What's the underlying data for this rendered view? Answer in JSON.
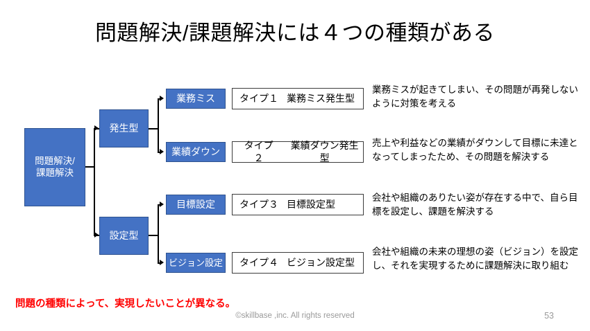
{
  "slide": {
    "title": "問題解決/課題解決には４つの種類がある",
    "kicker": "問題の種類によって、実現したいことが異なる。",
    "copyright": "©skillbase ,inc. All rights reserved",
    "page_number": "53",
    "accent_blue": "#4472C4",
    "accent_blue_border": "#2E528F",
    "kicker_color": "#FF0000",
    "footer_gray": "#9A9A9A"
  },
  "diagram": {
    "root": {
      "line1": "問題解決/",
      "line2": "課題解決"
    },
    "branches": [
      {
        "label": "発生型"
      },
      {
        "label": "設定型"
      }
    ],
    "rows": [
      {
        "leaf": "業務ミス",
        "type_number": "タイプ１",
        "type_name": "業務ミス発生型",
        "description": "業務ミスが起きてしまい、その問題が再発しないように対策を考える"
      },
      {
        "leaf": "業績ダウン",
        "type_number": "タイプ２",
        "type_name": "業績ダウン発生型",
        "description": "売上や利益などの業績がダウンして目標に未達となってしまったため、その問題を解決する"
      },
      {
        "leaf": "目標設定",
        "type_number": "タイプ３",
        "type_name": "目標設定型",
        "description": "会社や組織のありたい姿が存在する中で、自ら目標を設定し、課題を解決する"
      },
      {
        "leaf": "ビジョン設定",
        "type_number": "タイプ４",
        "type_name": "ビジョン設定型",
        "description": "会社や組織の未来の理想の姿（ビジョン）を設定し、それを実現するために課題解決に取り組む"
      }
    ]
  }
}
